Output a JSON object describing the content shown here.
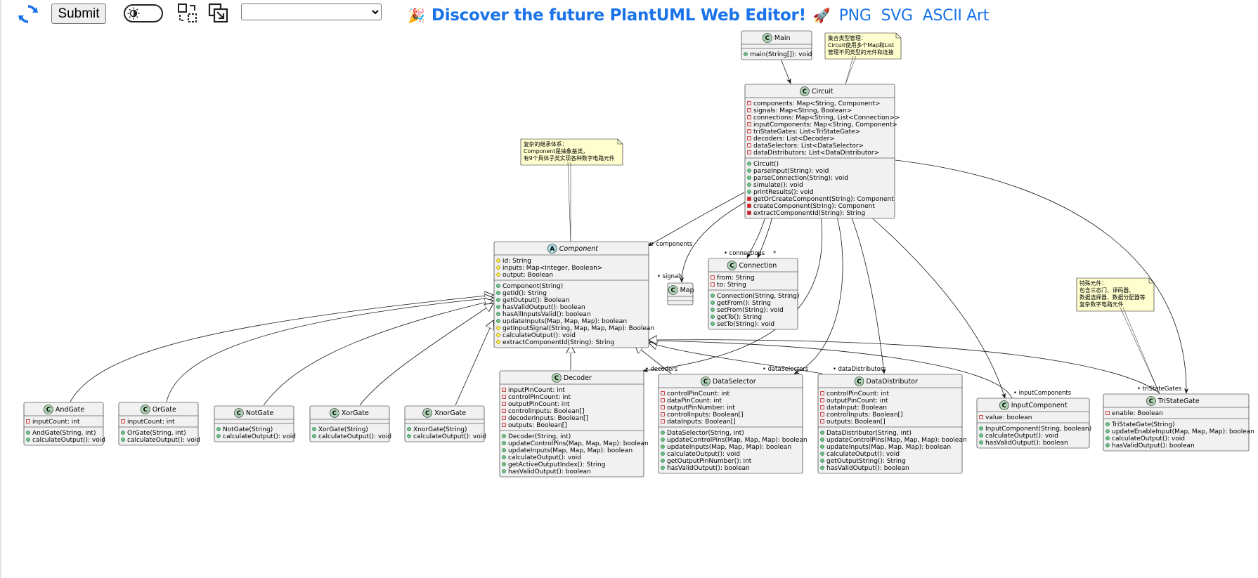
{
  "toolbar": {
    "submit_label": "Submit",
    "format_select_value": ""
  },
  "banner": {
    "party_emoji": "🎉",
    "discover_text": "Discover the future PlantUML Web Editor!",
    "rocket_emoji": "🚀",
    "png": "PNG",
    "svg": "SVG",
    "ascii": "ASCII Art"
  },
  "colors": {
    "link": "#1a73e8",
    "note_bg": "#fefece",
    "class_bg": "#f1f1f1",
    "circle_c": "#add1b2",
    "circle_a": "#a9dcdf",
    "private_field": "#c82930",
    "public_method": "#84be84",
    "protected": "#ffff44"
  },
  "notes": {
    "collections": [
      "集合类型管理：",
      "Circuit使用多个Map和List",
      "管理不同类型的元件和连接"
    ],
    "inheritance": [
      "复杂的继承体系：",
      "Component是抽象基类，",
      "有9个具体子类实现各种数字电路元件"
    ],
    "special": [
      "特殊元件：",
      "包含三态门、译码器、",
      "数据选择器、数据分配器等",
      "复杂数字电路元件"
    ]
  },
  "classes": {
    "main": {
      "name": "Main",
      "fields": [],
      "methods": [
        {
          "v": "+",
          "t": "main(String[]): void"
        }
      ]
    },
    "circuit": {
      "name": "Circuit",
      "fields": [
        {
          "v": "-",
          "t": "components: Map<String, Component>"
        },
        {
          "v": "-",
          "t": "signals: Map<String, Boolean>"
        },
        {
          "v": "-",
          "t": "connections: Map<String, List<Connection>>"
        },
        {
          "v": "-",
          "t": "inputComponents: Map<String, Component>"
        },
        {
          "v": "-",
          "t": "triStateGates: List<TriStateGate>"
        },
        {
          "v": "-",
          "t": "decoders: List<Decoder>"
        },
        {
          "v": "-",
          "t": "dataSelectors: List<DataSelector>"
        },
        {
          "v": "-",
          "t": "dataDistributors: List<DataDistributor>"
        }
      ],
      "methods": [
        {
          "v": "+",
          "t": "Circuit()"
        },
        {
          "v": "+",
          "t": "parseInput(String): void"
        },
        {
          "v": "+",
          "t": "parseConnection(String): void"
        },
        {
          "v": "+",
          "t": "simulate(): void"
        },
        {
          "v": "+",
          "t": "printResults(): void"
        },
        {
          "v": "-m",
          "t": "getOrCreateComponent(String): Component"
        },
        {
          "v": "-m",
          "t": "createComponent(String): Component"
        },
        {
          "v": "-m",
          "t": "extractComponentId(String): String"
        }
      ]
    },
    "component": {
      "name": "Component",
      "fields": [
        {
          "v": "#",
          "t": "id: String"
        },
        {
          "v": "#",
          "t": "inputs: Map<Integer, Boolean>"
        },
        {
          "v": "#",
          "t": "output: Boolean"
        }
      ],
      "methods": [
        {
          "v": "+",
          "t": "Component(String)"
        },
        {
          "v": "+",
          "t": "getId(): String"
        },
        {
          "v": "+",
          "t": "getOutput(): Boolean"
        },
        {
          "v": "+",
          "t": "hasValidOutput(): boolean"
        },
        {
          "v": "+",
          "t": "hasAllInputsValid(): boolean"
        },
        {
          "v": "+",
          "t": "updateInputs(Map, Map, Map): boolean"
        },
        {
          "v": "#",
          "t": "getInputSignal(String, Map, Map, Map): Boolean"
        },
        {
          "v": "#",
          "t": "calculateOutput(): void"
        },
        {
          "v": "#",
          "t": "extractComponentId(String): String"
        }
      ]
    },
    "connection": {
      "name": "Connection",
      "fields": [
        {
          "v": "-",
          "t": "from: String"
        },
        {
          "v": "-",
          "t": "to: String"
        }
      ],
      "methods": [
        {
          "v": "+",
          "t": "Connection(String, String)"
        },
        {
          "v": "+",
          "t": "getFrom(): String"
        },
        {
          "v": "+",
          "t": "setFrom(String): void"
        },
        {
          "v": "+",
          "t": "getTo(): String"
        },
        {
          "v": "+",
          "t": "setTo(String): void"
        }
      ]
    },
    "map": {
      "name": "Map",
      "fields": [],
      "methods": []
    },
    "andgate": {
      "name": "AndGate",
      "fields": [
        {
          "v": "-",
          "t": "inputCount: int"
        }
      ],
      "methods": [
        {
          "v": "+",
          "t": "AndGate(String, int)"
        },
        {
          "v": "+",
          "t": "calculateOutput(): void"
        }
      ]
    },
    "orgate": {
      "name": "OrGate",
      "fields": [
        {
          "v": "-",
          "t": "inputCount: int"
        }
      ],
      "methods": [
        {
          "v": "+",
          "t": "OrGate(String, int)"
        },
        {
          "v": "+",
          "t": "calculateOutput(): void"
        }
      ]
    },
    "notgate": {
      "name": "NotGate",
      "fields": [],
      "methods": [
        {
          "v": "+",
          "t": "NotGate(String)"
        },
        {
          "v": "+",
          "t": "calculateOutput(): void"
        }
      ]
    },
    "xorgate": {
      "name": "XorGate",
      "fields": [],
      "methods": [
        {
          "v": "+",
          "t": "XorGate(String)"
        },
        {
          "v": "+",
          "t": "calculateOutput(): void"
        }
      ]
    },
    "xnorgate": {
      "name": "XnorGate",
      "fields": [],
      "methods": [
        {
          "v": "+",
          "t": "XnorGate(String)"
        },
        {
          "v": "+",
          "t": "calculateOutput(): void"
        }
      ]
    },
    "decoder": {
      "name": "Decoder",
      "fields": [
        {
          "v": "-",
          "t": "inputPinCount: int"
        },
        {
          "v": "-",
          "t": "controlPinCount: int"
        },
        {
          "v": "-",
          "t": "outputPinCount: int"
        },
        {
          "v": "-",
          "t": "controlInputs: Boolean[]"
        },
        {
          "v": "-",
          "t": "decoderInputs: Boolean[]"
        },
        {
          "v": "-",
          "t": "outputs: Boolean[]"
        }
      ],
      "methods": [
        {
          "v": "+",
          "t": "Decoder(String, int)"
        },
        {
          "v": "+",
          "t": "updateControlPins(Map, Map, Map): boolean"
        },
        {
          "v": "+",
          "t": "updateInputs(Map, Map, Map): boolean"
        },
        {
          "v": "+",
          "t": "calculateOutput(): void"
        },
        {
          "v": "+",
          "t": "getActiveOutputIndex(): String"
        },
        {
          "v": "+",
          "t": "hasValidOutput(): boolean"
        }
      ]
    },
    "dataselector": {
      "name": "DataSelector",
      "fields": [
        {
          "v": "-",
          "t": "controlPinCount: int"
        },
        {
          "v": "-",
          "t": "dataPinCount: int"
        },
        {
          "v": "-",
          "t": "outputPinNumber: int"
        },
        {
          "v": "-",
          "t": "controlInputs: Boolean[]"
        },
        {
          "v": "-",
          "t": "dataInputs: Boolean[]"
        }
      ],
      "methods": [
        {
          "v": "+",
          "t": "DataSelector(String, int)"
        },
        {
          "v": "+",
          "t": "updateControlPins(Map, Map, Map): boolean"
        },
        {
          "v": "+",
          "t": "updateInputs(Map, Map, Map): boolean"
        },
        {
          "v": "+",
          "t": "calculateOutput(): void"
        },
        {
          "v": "+",
          "t": "getOutputPinNumber(): int"
        },
        {
          "v": "+",
          "t": "hasValidOutput(): boolean"
        }
      ]
    },
    "datadistributor": {
      "name": "DataDistributor",
      "fields": [
        {
          "v": "-",
          "t": "controlPinCount: int"
        },
        {
          "v": "-",
          "t": "outputPinCount: int"
        },
        {
          "v": "-",
          "t": "dataInput: Boolean"
        },
        {
          "v": "-",
          "t": "controlInputs: Boolean[]"
        },
        {
          "v": "-",
          "t": "outputs: Boolean[]"
        }
      ],
      "methods": [
        {
          "v": "+",
          "t": "DataDistributor(String, int)"
        },
        {
          "v": "+",
          "t": "updateControlPins(Map, Map, Map): boolean"
        },
        {
          "v": "+",
          "t": "updateInputs(Map, Map, Map): boolean"
        },
        {
          "v": "+",
          "t": "calculateOutput(): void"
        },
        {
          "v": "+",
          "t": "getOutputString(): String"
        },
        {
          "v": "+",
          "t": "hasValidOutput(): boolean"
        }
      ]
    },
    "inputcomponent": {
      "name": "InputComponent",
      "fields": [
        {
          "v": "-",
          "t": "value: boolean"
        }
      ],
      "methods": [
        {
          "v": "+",
          "t": "InputComponent(String, boolean)"
        },
        {
          "v": "+",
          "t": "calculateOutput(): void"
        },
        {
          "v": "+",
          "t": "hasValidOutput(): boolean"
        }
      ]
    },
    "tristategate": {
      "name": "TriStateGate",
      "fields": [
        {
          "v": "-",
          "t": "enable: Boolean"
        }
      ],
      "methods": [
        {
          "v": "+",
          "t": "TriStateGate(String)"
        },
        {
          "v": "+",
          "t": "updateEnableInput(Map, Map, Map): boolean"
        },
        {
          "v": "+",
          "t": "calculateOutput(): void"
        },
        {
          "v": "+",
          "t": "hasValidOutput(): boolean"
        }
      ]
    }
  },
  "edge_labels": {
    "components": "• components",
    "connections": "• connections",
    "connections_star": "*",
    "signals": "• signals",
    "decoders": "• decoders",
    "dataSelectors": "• dataSelectors",
    "dataDistributors": "• dataDistributors",
    "inputComponents": "• inputComponents",
    "triStateGates": "• triStateGates"
  }
}
